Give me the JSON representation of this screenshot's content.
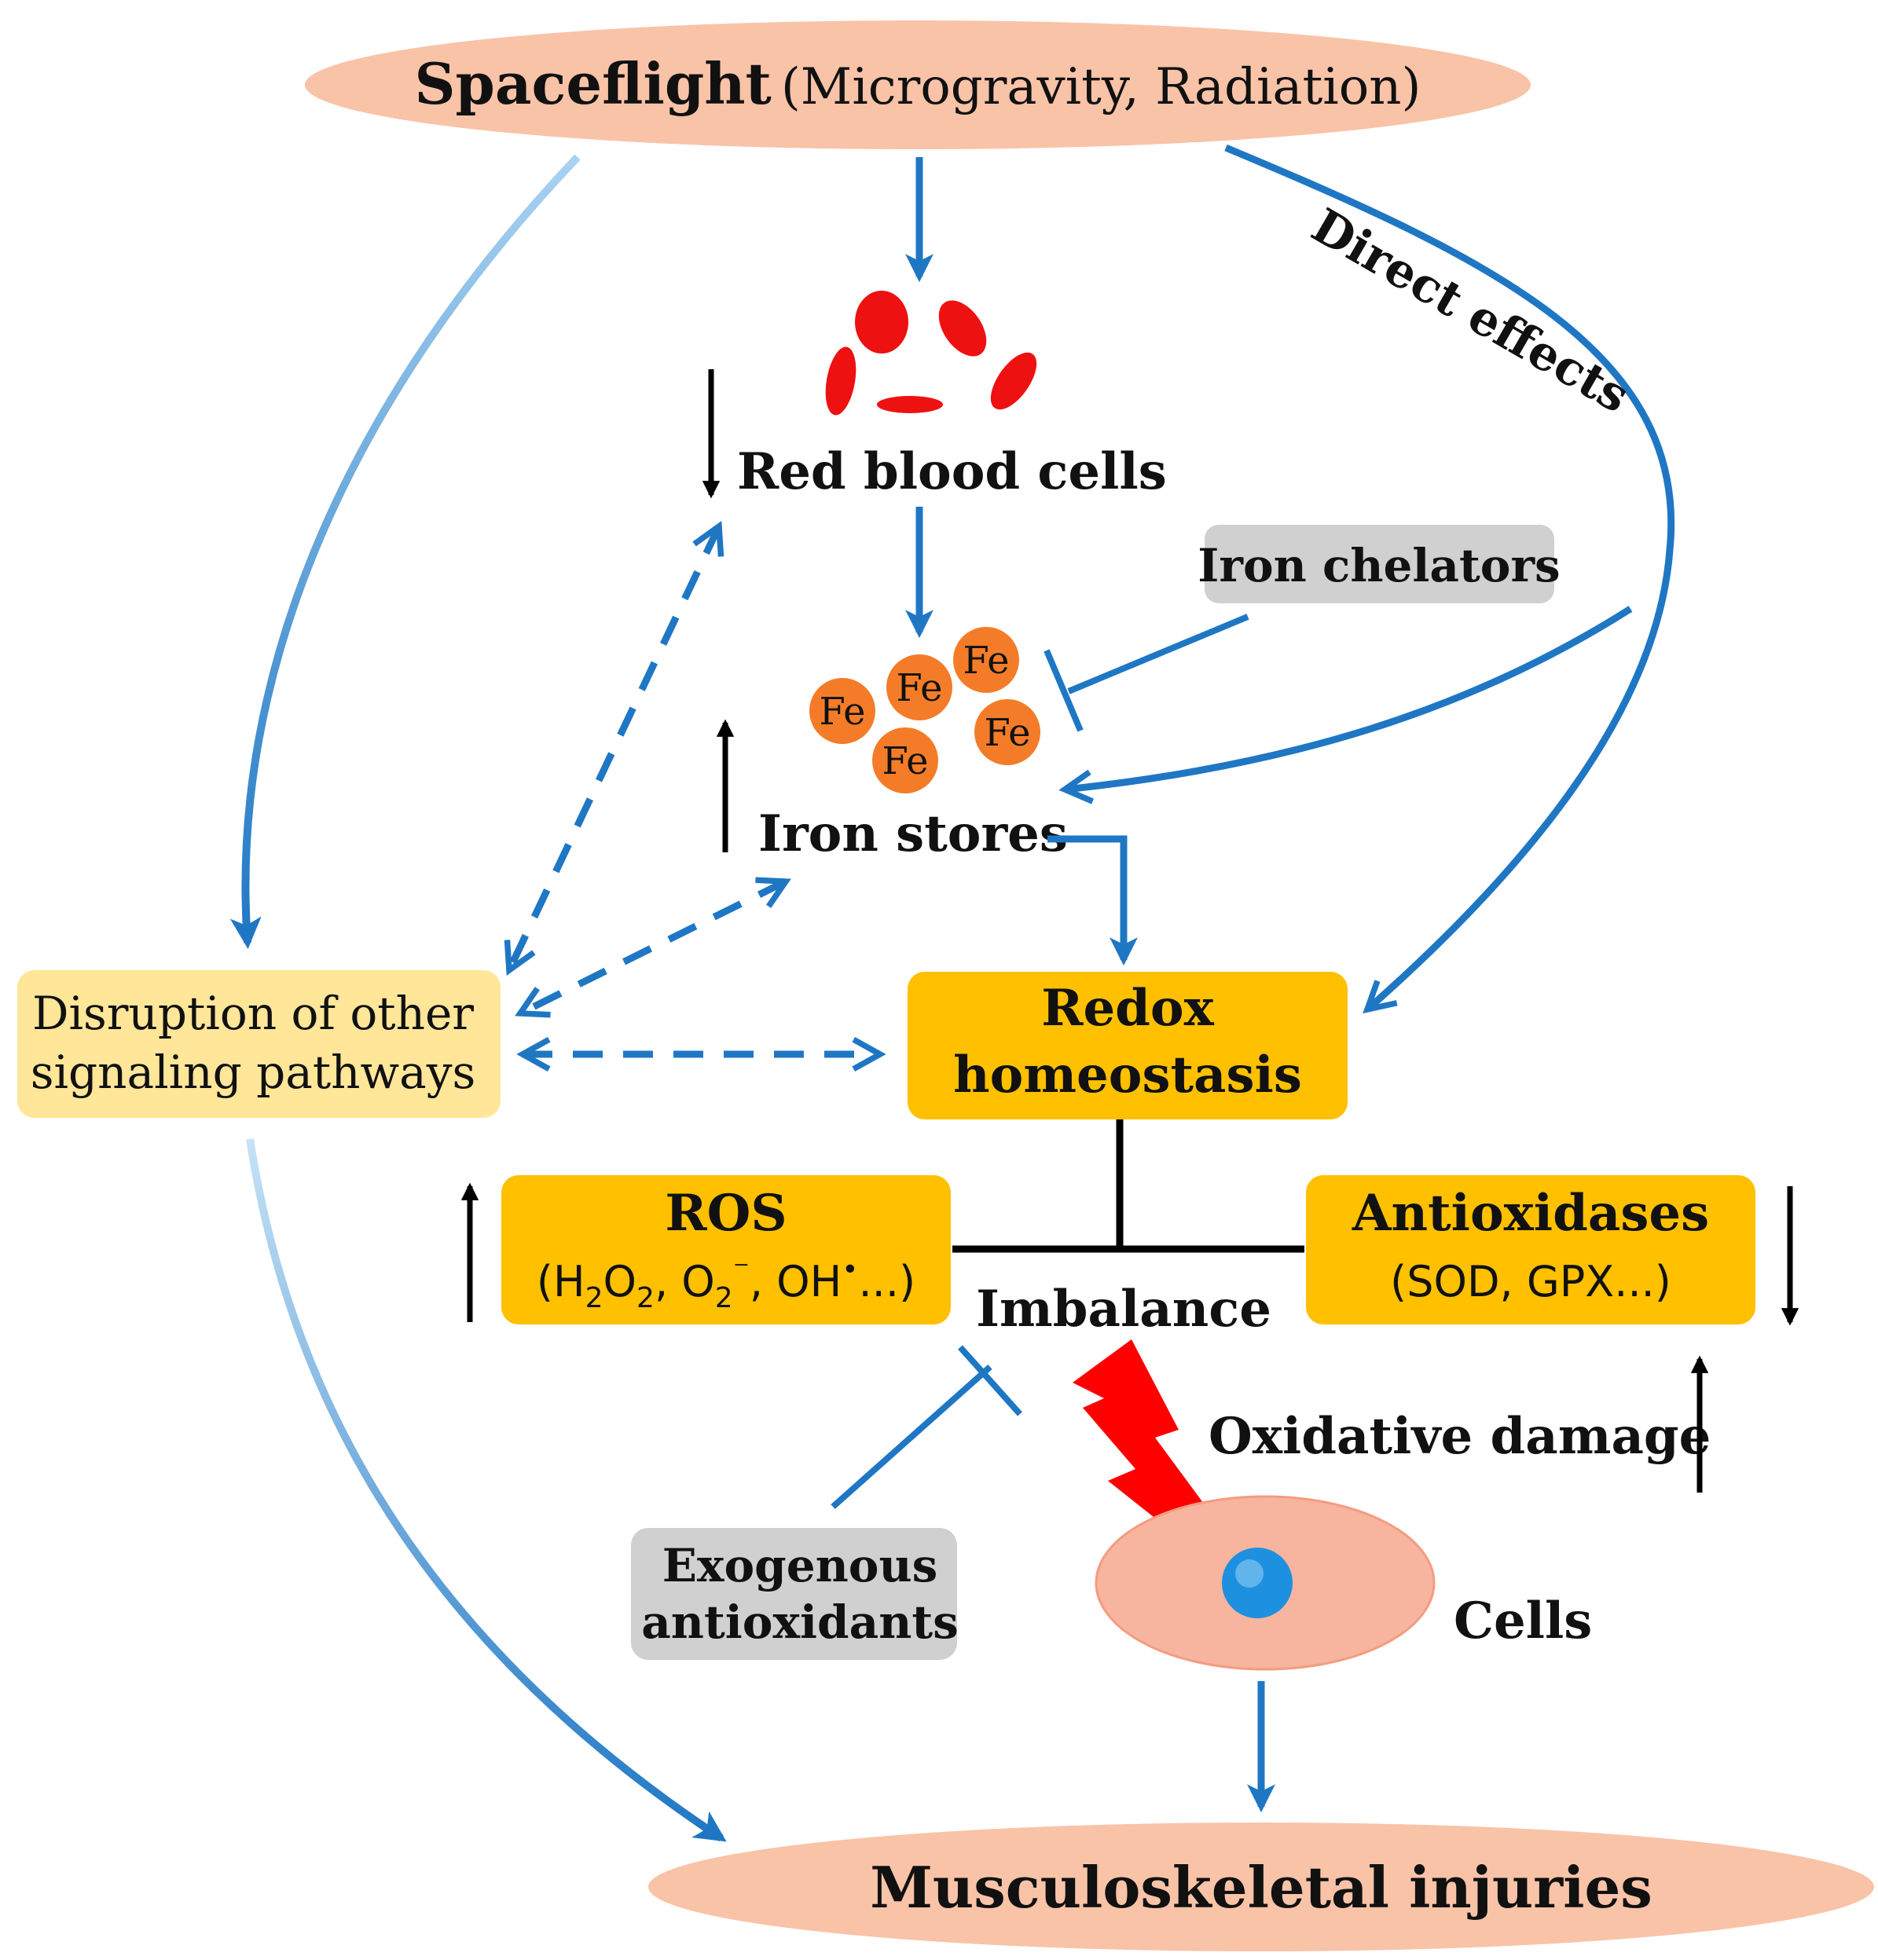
{
  "nodes": {
    "spaceflight": {
      "main": "Spaceflight",
      "detail": "(Microgravity, Radiation)"
    },
    "red_blood_cells": "Red blood cells",
    "iron_chelators": "Iron chelators",
    "fe": "Fe",
    "iron_stores": "Iron stores",
    "direct_effects": "Direct effects",
    "disruption": {
      "line1": "Disruption of other",
      "line2": "signaling pathways"
    },
    "redox": {
      "line1": "Redox",
      "line2": "homeostasis"
    },
    "ros": {
      "title": "ROS",
      "formula_parts": [
        "(H",
        "2",
        "O",
        "2",
        ", O",
        "2",
        "⁻",
        ", OH",
        "•",
        "...)"
      ]
    },
    "antioxidases": {
      "title": "Antioxidases",
      "detail": "(SOD, GPX...)"
    },
    "imbalance": "Imbalance",
    "oxidative_damage": "Oxidative damage",
    "exogenous": {
      "line1": "Exogenous",
      "line2": "antioxidants"
    },
    "cells": "Cells",
    "musculoskeletal": "Musculoskeletal injuries"
  },
  "colors": {
    "ellipse_fill": "#f9c3a8",
    "node_orange": "#ffc000",
    "node_light": "#ffe699",
    "node_gray": "#d0d0d0",
    "arrow_blue": "#1f77c4",
    "arrow_light_blue": "#9dc9ea",
    "rbc_red": "#ee1111",
    "fe_orange": "#f47c28",
    "bolt_red": "#ff0000",
    "nucleus_blue": "#1e90e0",
    "cell_fill": "#f7b49e"
  }
}
